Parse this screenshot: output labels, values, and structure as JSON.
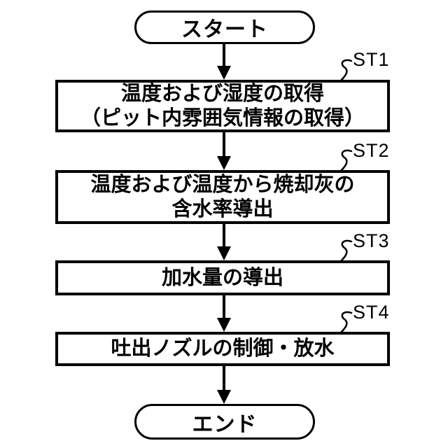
{
  "diagram": {
    "type": "flowchart",
    "terminators": {
      "start": "スタート",
      "end": "エンド"
    },
    "steps": [
      {
        "label": "ST1",
        "lines": [
          "温度および湿度の取得",
          "（ピット内雰囲気情報の取得）"
        ]
      },
      {
        "label": "ST2",
        "lines": [
          "温度および温度から焼却灰の",
          "含水率導出"
        ]
      },
      {
        "label": "ST3",
        "lines": [
          "加水量の導出"
        ]
      },
      {
        "label": "ST4",
        "lines": [
          "吐出ノズルの制御・放水"
        ]
      }
    ],
    "flow": "start → ST1 → ST2 → ST3 → ST4 → end",
    "colors": {
      "ink": "#000000",
      "background": "#ffffff"
    }
  }
}
